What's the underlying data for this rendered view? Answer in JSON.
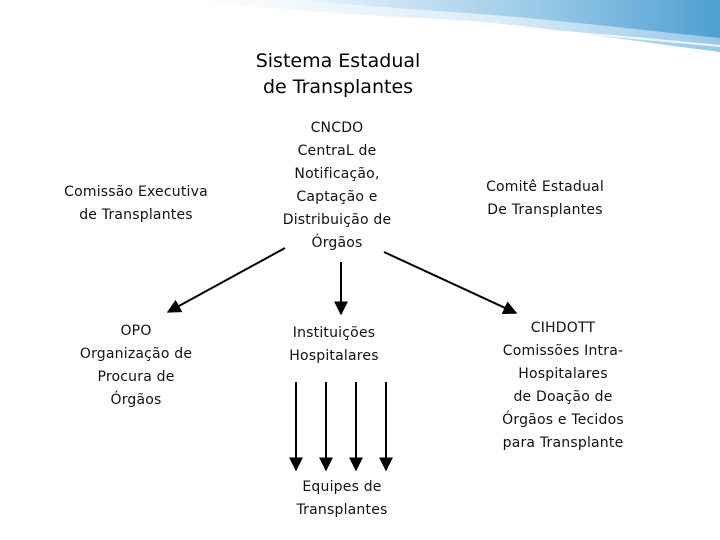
{
  "title": "Sistema Estadual\nde Transplantes",
  "nodes": {
    "comissao_executiva": "Comissão Executiva\nde Transplantes",
    "cncdo": "CNCDO\nCentraL de\nNotificação,\nCaptação e\nDistribuição de\nÓrgãos",
    "comite_estadual": "Comitê Estadual\nDe Transplantes",
    "opo": "OPO\nOrganização de\nProcura de\nÓrgãos",
    "instituicoes": "Instituições\nHospitalares",
    "cihdott": "CIHDOTT\nComissões Intra-\nHospitalares\nde Doação de\nÓrgãos e Tecidos\npara Transplante",
    "equipes": "Equipes de\nTransplantes"
  },
  "colors": {
    "banner_dark": "#5aa6d6",
    "banner_light": "#cfe6f5",
    "line": "#000000",
    "text": "#111111"
  }
}
